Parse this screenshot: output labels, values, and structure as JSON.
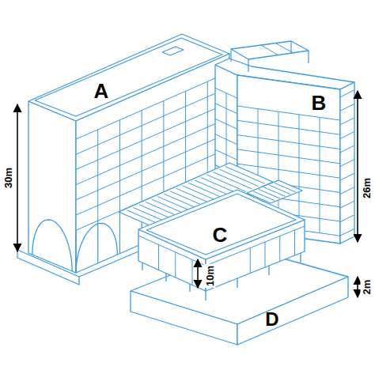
{
  "diagram": {
    "labels": [
      "A",
      "B",
      "C",
      "D",
      "30m",
      "26m",
      "10m",
      "2m"
    ]
  }
}
